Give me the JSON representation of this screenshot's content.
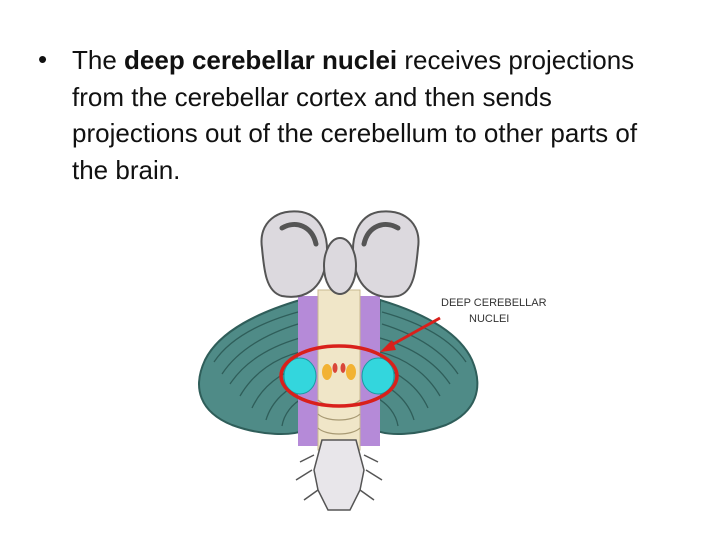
{
  "bullet": {
    "marker": "•",
    "text_before": "The ",
    "bold_term": "deep cerebellar nuclei",
    "text_after": " receives projections from the cerebellar cortex and then sends projections out of the cerebellum to other parts of the brain."
  },
  "figure": {
    "label_line1": "DEEP CEREBELLAR",
    "label_line2": "NUCLEI",
    "colors": {
      "cerebellum": "#4f8b87",
      "folia_lines": "#2f5e5a",
      "vermis_purple": "#b58ad8",
      "brainstem": "#f0e6c8",
      "colliculi": "#dcd9de",
      "nuclei_cyan": "#33d6dd",
      "nuclei_orange": "#f2b233",
      "nuclei_red": "#d9463a",
      "highlight_circle": "#d9201b",
      "arrow": "#d9201b"
    }
  }
}
